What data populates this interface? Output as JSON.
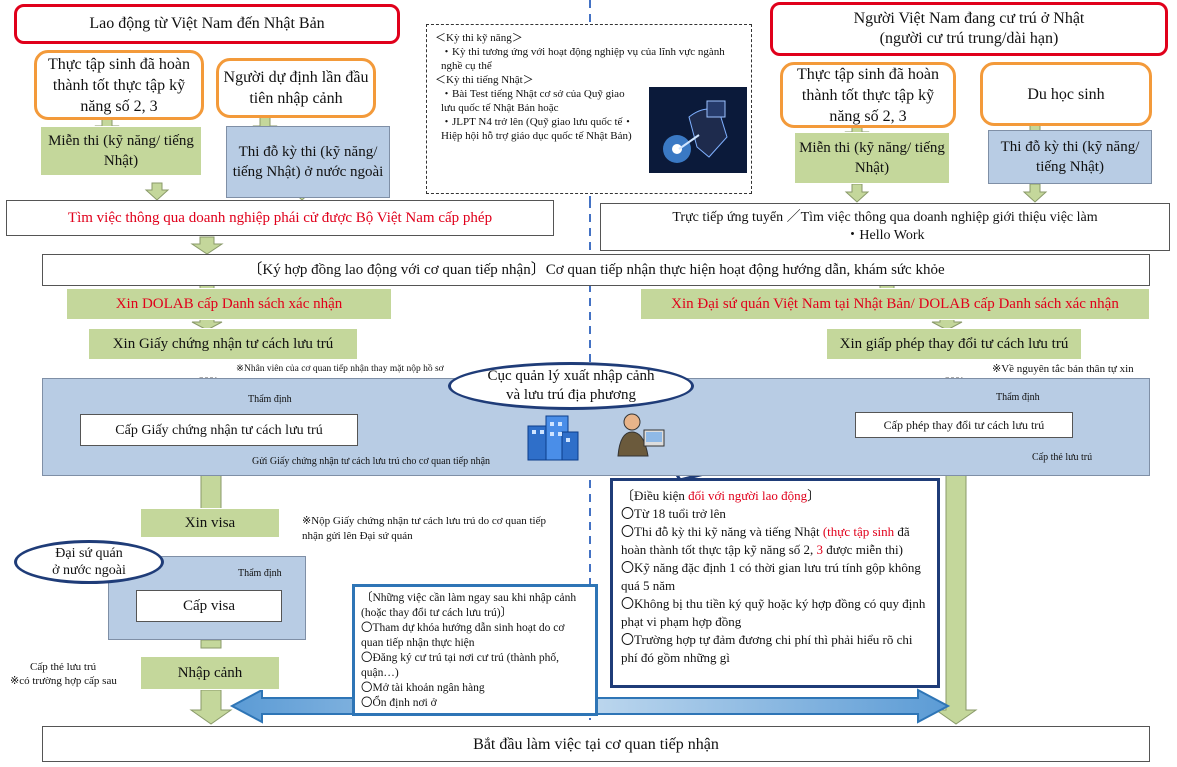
{
  "top_left": {
    "title": "Lao động từ Việt Nam đến Nhật Bản",
    "box_intern": "Thực tập sinh đã hoàn thành tốt thực tập kỹ năng số 2, 3",
    "box_first": "Người dự định lần đầu tiên nhập cảnh",
    "exempt": "Miễn thi (kỹ năng/ tiếng Nhật)",
    "pass_abroad": "Thi đỗ kỳ thi (kỹ năng/ tiếng Nhật) ở nước ngoài"
  },
  "exam_info": {
    "skill_heading": "＜Kỳ thi kỹ năng＞",
    "skill_item": "・Kỳ thi tương ứng với hoạt động nghiệp vụ của lĩnh vực ngành nghề cụ thể",
    "jp_heading": "＜Kỳ thi tiếng Nhật＞",
    "jp_item1": "・Bài Test tiếng Nhật cơ sở của Quỹ giao lưu quốc tế Nhật Bản hoặc",
    "jp_item2": "・JLPT N4 trở lên (Quỹ giao lưu quốc tế・Hiệp hội hỗ trợ giáo dục quốc tế Nhật Bản)"
  },
  "top_right": {
    "title_line1": "Người Việt Nam đang cư trú ở Nhật",
    "title_line2": "(người cư trú trung/dài hạn)",
    "box_intern": "Thực tập sinh đã hoàn thành tốt thực tập kỹ năng số 2, 3",
    "box_student": "Du học sinh",
    "exempt": "Miễn thi (kỹ năng/ tiếng Nhật)",
    "pass": "Thi đỗ kỳ thi (kỹ năng/ tiếng Nhật)"
  },
  "job_left": "Tìm việc thông qua doanh nghiệp phái cử được Bộ Việt Nam cấp phép",
  "job_right_line1": "Trực tiếp ứng tuyển ／Tìm việc thông qua doanh nghiệp giới thiệu việc làm",
  "job_right_line2": "・Hello Work",
  "contract": "〔Ký hợp đồng lao động với cơ quan tiếp nhận〕Cơ quan tiếp nhận thực hiện hoạt động hướng dẫn, khám sức khỏe",
  "dolab_left": "Xin DOLAB cấp Danh sách xác nhận",
  "dolab_right": "Xin Đại sứ quán Việt Nam tại Nhật Bản/ DOLAB cấp Danh sách xác nhận",
  "coe_apply": "Xin Giấy chứng nhận tư cách lưu trú",
  "change_apply": "Xin giấp phép thay đổi tư cách lưu trú",
  "note_staff": "※Nhân viên của cơ quan tiếp nhận thay mặt nộp hồ sơ",
  "note_self": "※Về nguyên tắc bản thân tự xin",
  "bureau_line1": "Cục quản lý xuất nhập cảnh",
  "bureau_line2": "và lưu trú địa phương",
  "review": "Thẩm định",
  "issue_coe": "Cấp Giấy chứng nhận tư cách lưu trú",
  "issue_change": "Cấp phép thay đổi tư cách lưu trú",
  "send_coe": "Gửi Giấy chứng nhận tư cách lưu trú cho cơ quan tiếp nhận",
  "issue_card": "Cấp thẻ lưu trú",
  "visa_apply": "Xin visa",
  "note_submit": "※Nộp Giấy chứng nhận tư cách lưu trú do cơ quan tiếp nhận gửi lên Đại sứ quán",
  "embassy_line1": "Đại sứ quán",
  "embassy_line2": "ở nước ngoài",
  "issue_visa": "Cấp visa",
  "entry": "Nhập cảnh",
  "card_note1": "Cấp thẻ lưu trú",
  "card_note2": "※có trường hợp cấp sau",
  "after_entry": {
    "heading": "〔Những việc cần làm ngay sau khi nhập cảnh (hoặc thay đổi tư cách lưu trú)〕",
    "item1": "〇Tham dự khóa hướng dẫn sinh hoạt do cơ quan tiếp nhận thực hiện",
    "item2": "〇Đăng ký cư trú tại nơi cư trú (thành phố, quận…)",
    "item3": "〇Mở tài khoản ngân hàng",
    "item4": "〇Ổn định nơi ở"
  },
  "conditions": {
    "heading_pre": "〔Điều kiện ",
    "heading_red": "đối với người lao động",
    "heading_post": "〕",
    "item1": "〇Từ 18 tuổi trở lên",
    "item2_a": "〇Thi đỗ kỳ thi kỹ năng và tiếng Nhật ",
    "item2_red": "(thực tập sinh",
    "item2_b": " đã hoàn thành tốt thực tập kỹ năng số 2, ",
    "item2_red2": "3",
    "item2_c": " được miễn thi)",
    "item3": "〇Kỹ năng đặc định 1 có thời gian lưu trú tính gộp không quá 5 năm",
    "item4": "〇Không bị thu tiền ký quỹ hoặc ký hợp đồng có quy định phạt vi phạm hợp đồng",
    "item5": "〇Trường hợp tự đảm đương chi phí thì phải hiểu rõ chi phí đó gồm những gì"
  },
  "start_work": "Bắt đầu làm việc tại cơ quan tiếp nhận",
  "colors": {
    "red": "#e0001b",
    "orange": "#f39a3a",
    "green": "#c4d79b",
    "blue": "#b8cce4",
    "navy": "#1f3c78"
  }
}
